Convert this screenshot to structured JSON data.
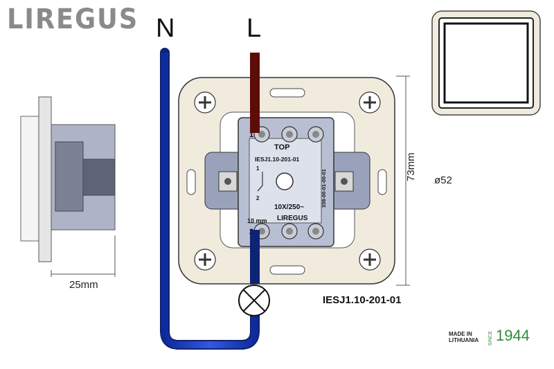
{
  "brand": {
    "name": "LIREGUS"
  },
  "wires": {
    "neutral_label": "N",
    "live_label": "L"
  },
  "dimensions": {
    "depth": "25mm",
    "height": "73mm",
    "diameter": "ø52"
  },
  "module": {
    "top_label": "TOP",
    "model": "IESJ1.10-201-01",
    "rating": "10X/250~",
    "strip_length": "10 mm",
    "maker": "LIREGUS",
    "side_code": "338-00-01-00-01",
    "terminal_1": "1",
    "terminal_2": "2",
    "schematic_top": "1",
    "schematic_bottom": "2"
  },
  "caption": {
    "model": "IESJ1.10-201-01"
  },
  "footer": {
    "made_line1": "MADE IN",
    "made_line2": "LITHUANIA",
    "since": "SINCE",
    "year": "1944"
  },
  "colors": {
    "neutral_wire": "#1f3fbf",
    "live_wire": "#c0261e",
    "frame": "#f1ebde",
    "module": "#b9bfd3",
    "accent_year": "#2e8b3a"
  }
}
